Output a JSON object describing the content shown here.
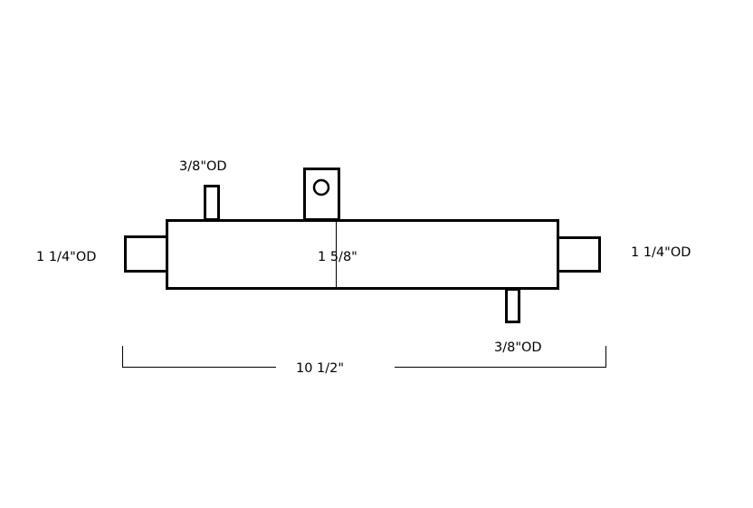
{
  "labels": {
    "top_tube": "3/8\"OD",
    "left_pipe": "1 1/4\"OD",
    "body_diameter": "1 5/8\"",
    "right_pipe": "1 1/4\"OD",
    "bottom_tube": "3/8\"OD",
    "overall_length": "10 1/2\""
  },
  "colors": {
    "stroke": "#000000",
    "background": "#ffffff"
  }
}
